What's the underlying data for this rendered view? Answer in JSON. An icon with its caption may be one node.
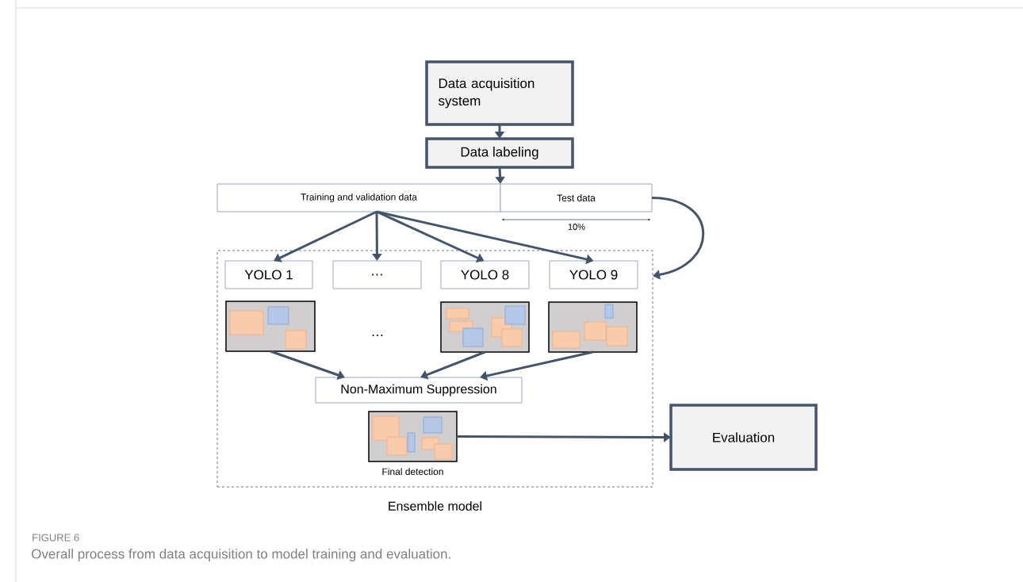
{
  "diagram": {
    "title": "FIGURE 6",
    "caption": "Overall process from data acquisition to model training and evaluation.",
    "nodes": [
      {
        "text": [
          "Data acquisition system"
        ]
      },
      {
        "text": [
          "Data labeling"
        ]
      },
      {
        "text": [
          "Training and validation data"
        ]
      },
      {
        "text": [
          "Test data"
        ]
      },
      {
        "text": [
          "Ensemble model"
        ]
      },
      {
        "text": [
          "YOLO 1"
        ],
        "in": 4
      },
      {
        "text": [
          "…"
        ],
        "in": 4
      },
      {
        "text": [
          "YOLO 8"
        ],
        "in": 4
      },
      {
        "text": [
          "YOLO 9"
        ],
        "in": 4
      },
      {
        "text": [],
        "shape": "picture",
        "in": 4
      },
      {
        "text": [],
        "shape": "picture",
        "in": 4
      },
      {
        "text": [],
        "shape": "picture",
        "in": 4
      },
      {
        "text": [
          "Non-Maximum Suppression"
        ],
        "in": 4
      },
      {
        "text": [],
        "shape": "picture",
        "in": 4,
        "beside": [
          "Final detection"
        ]
      },
      {
        "text": [
          "Evaluation"
        ]
      }
    ],
    "edges": [
      {
        "from": 0,
        "to": 1,
        "arrow": "to"
      },
      {
        "from": 1,
        "to": 2,
        "arrow": "to"
      },
      {
        "from": 2,
        "to": 5,
        "arrow": "to"
      },
      {
        "from": 2,
        "to": 6,
        "arrow": "to"
      },
      {
        "from": 2,
        "to": 7,
        "arrow": "to"
      },
      {
        "from": 2,
        "to": 8,
        "arrow": "to"
      },
      {
        "from": 3,
        "to": 4,
        "arrow": "to"
      },
      {
        "from": 9,
        "to": 12,
        "arrow": "to"
      },
      {
        "from": 10,
        "to": 12,
        "arrow": "to"
      },
      {
        "from": 11,
        "to": 12,
        "arrow": "to"
      },
      {
        "from": 13,
        "to": 14,
        "arrow": "to"
      }
    ],
    "labels": [
      "10%",
      "…"
    ]
  }
}
